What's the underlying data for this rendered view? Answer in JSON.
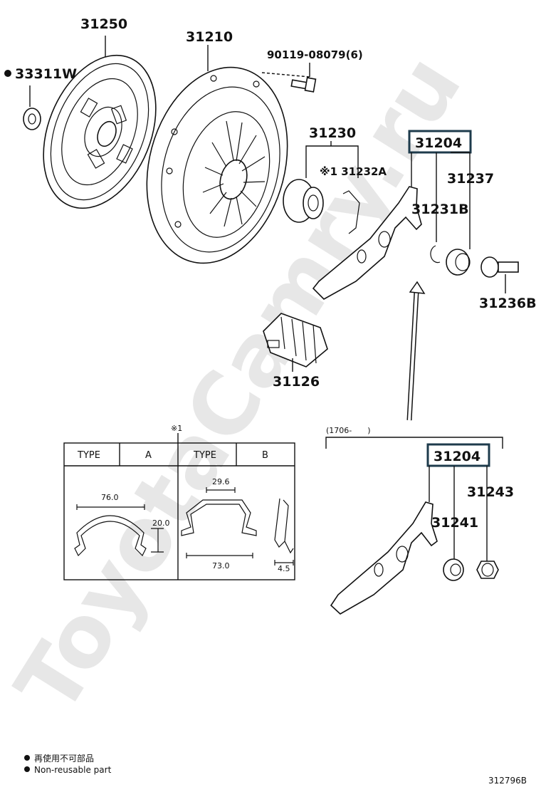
{
  "watermark": "ToyotaCamry.ru",
  "parts": {
    "p31250": "31250",
    "p33311W": "33311W",
    "p31210": "31210",
    "p90119": "90119-08079(6)",
    "p31230": "31230",
    "p31232A": "※1 31232A",
    "p31204_top": "31204",
    "p31237": "31237",
    "p31231B": "31231B",
    "p31236B": "31236B",
    "p31126": "31126",
    "p31204_bottom": "31204",
    "p31243": "31243",
    "p31241": "31241"
  },
  "date_range": "(1706-　　)",
  "table": {
    "note_mark": "※1",
    "type_label_a": "TYPE",
    "type_value_a": "A",
    "type_label_b": "TYPE",
    "type_value_b": "B",
    "dims_a": {
      "width": "76.0",
      "height": "20.0"
    },
    "dims_b": {
      "top": "29.6",
      "bottom": "73.0",
      "side": "4.5"
    }
  },
  "legend": {
    "line1": "再使用不可部品",
    "line2": "Non-reusable part"
  },
  "figure_code": "312796B",
  "colors": {
    "highlight_box": "#1e3b4c",
    "watermark": "#e7e7e7"
  }
}
